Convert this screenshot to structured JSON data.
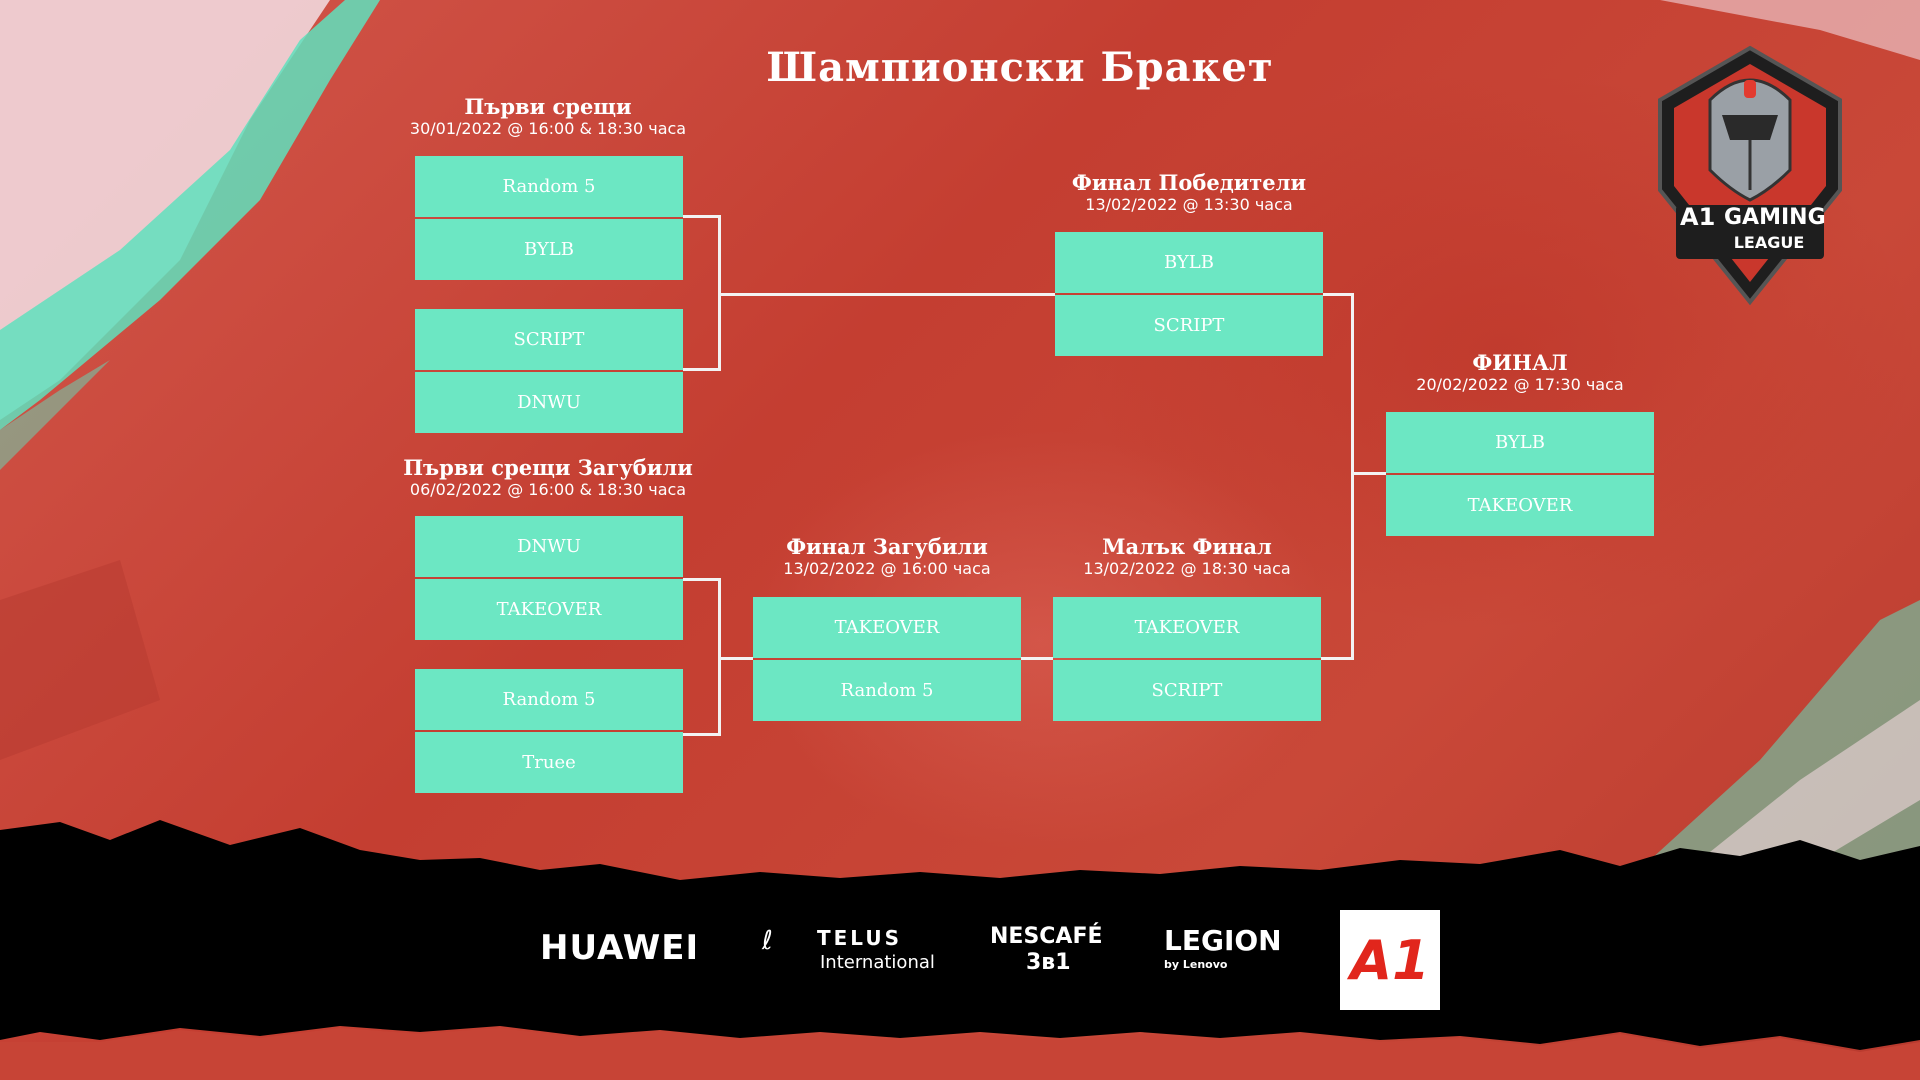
{
  "title": "Шампионски Бракет",
  "rounds": {
    "first": {
      "label": "Първи срещи",
      "date": "30/01/2022 @ 16:00 & 18:30 часа"
    },
    "losers_first": {
      "label": "Първи срещи Загубили",
      "date": "06/02/2022 @ 16:00 & 18:30 часа"
    },
    "winners_final": {
      "label": "Финал Победители",
      "date": "13/02/2022 @ 13:30 часа"
    },
    "losers_final": {
      "label": "Финал Загубили",
      "date": "13/02/2022 @ 16:00 часа"
    },
    "small_final": {
      "label": "Малък Финал",
      "date": "13/02/2022 @ 18:30 часа"
    },
    "grand_final": {
      "label": "ФИНАЛ",
      "date": "20/02/2022 @ 17:30 часа"
    }
  },
  "matches": {
    "first_1": [
      "Random 5",
      "BYLB"
    ],
    "first_2": [
      "SCRIPT",
      "DNWU"
    ],
    "losers_1": [
      "DNWU",
      "TAKEOVER"
    ],
    "losers_2": [
      "Random 5",
      "Truee"
    ],
    "winners_final": [
      "BYLB",
      "SCRIPT"
    ],
    "losers_final": [
      "TAKEOVER",
      "Random 5"
    ],
    "small_final": [
      "TAKEOVER",
      "SCRIPT"
    ],
    "grand_final": [
      "BYLB",
      "TAKEOVER"
    ]
  },
  "logo": {
    "line1": "GAMING",
    "line2": "LEAGUE",
    "brand": "A1"
  },
  "sponsors": {
    "huawei": "HUAWEI",
    "telus": "TELUS",
    "telus_sub": "International",
    "nescafe": "NESCAFÉ",
    "nescafe_sub": "3в1",
    "legion": "LEGION",
    "legion_sub": "by Lenovo",
    "a1": "A1"
  },
  "colors": {
    "background": "#c74436",
    "team_box": "#6ce7c3",
    "connector": "#f3f3f3",
    "footer": "#000000",
    "accent_teal": "#5fe0bd"
  }
}
